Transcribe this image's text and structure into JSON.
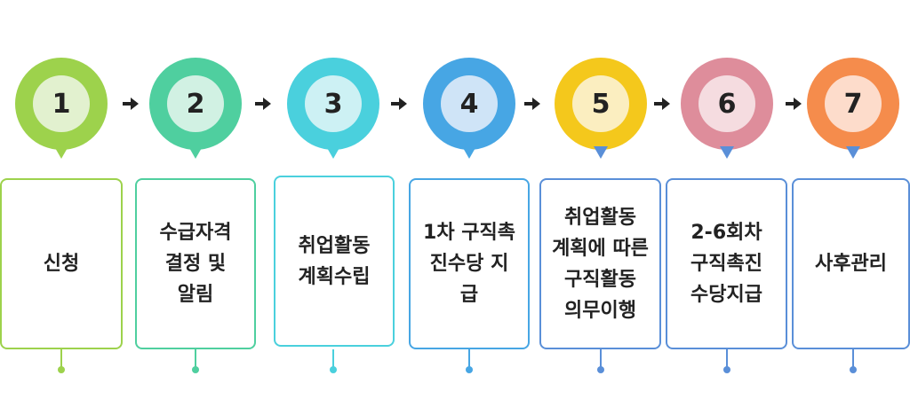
{
  "steps": [
    {
      "num": "1",
      "label": "신청",
      "color": "#9dd24c",
      "inner": "#e2f1cf"
    },
    {
      "num": "2",
      "label": "수급자격\n결정 및\n알림",
      "color": "#4fcf9f",
      "inner": "#d1f1e3"
    },
    {
      "num": "3",
      "label": "취업활동\n계획수립",
      "color": "#4ad0dd",
      "inner": "#cdf1f4"
    },
    {
      "num": "4",
      "label": "1차 구직촉\n진수당 지\n급",
      "color": "#47a6e4",
      "inner": "#cfe4f7"
    },
    {
      "num": "5",
      "label": "취업활동\n계획에 따른\n구직활동\n의무이행",
      "color": "#f4c81c",
      "inner": "#fbeec0",
      "boxcolor": "#5a8fd8"
    },
    {
      "num": "6",
      "label": "2-6회차\n구직촉진\n수당지급",
      "color": "#de8d9b",
      "inner": "#f5dce0",
      "boxcolor": "#5a8fd8"
    },
    {
      "num": "7",
      "label": "사후관리",
      "color": "#f58c4c",
      "inner": "#fddccb",
      "boxcolor": "#5a8fd8"
    }
  ]
}
